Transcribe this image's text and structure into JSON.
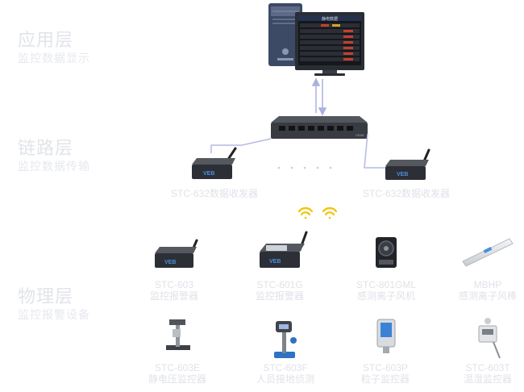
{
  "layers": [
    {
      "title": "应用层",
      "subtitle": "监控数据显示"
    },
    {
      "title": "链路层",
      "subtitle": "监控数据传输"
    },
    {
      "title": "物理层",
      "subtitle": "监控报警设备"
    }
  ],
  "monitor": {
    "header": "静电数据"
  },
  "switch": {
    "brand": "VEBB"
  },
  "transceivers": [
    {
      "model": "STC-632数据收发器"
    },
    {
      "model": "STC-632数据收发器"
    }
  ],
  "devices_row1": [
    {
      "model": "STC-603",
      "desc": "监控报警器",
      "icon": "alarm-box-icon"
    },
    {
      "model": "STC-601G",
      "desc": "监控报警器",
      "icon": "alarm-box-display-icon"
    },
    {
      "model": "STC-801GML",
      "desc": "感测离子风机",
      "icon": "ion-fan-icon"
    },
    {
      "model": "MBHP",
      "desc": "感测离子风棒",
      "icon": "ion-bar-icon"
    }
  ],
  "devices_row2": [
    {
      "model": "STC-603E",
      "desc": "静电压监控器",
      "icon": "voltage-probe-icon"
    },
    {
      "model": "STC-603F",
      "desc": "人员接地侦测",
      "icon": "grounding-sensor-icon"
    },
    {
      "model": "STC-603P",
      "desc": "粒子监控器",
      "icon": "particle-monitor-icon"
    },
    {
      "model": "STC-603T",
      "desc": "温湿监控器",
      "icon": "thermo-hygro-icon"
    }
  ],
  "colors": {
    "accent_line": "#b9bfe8",
    "wifi": "#f2c200",
    "device_dark": "#33373d",
    "brand_blue": "#2e73c8",
    "text_faint": "#e0e2e8"
  }
}
